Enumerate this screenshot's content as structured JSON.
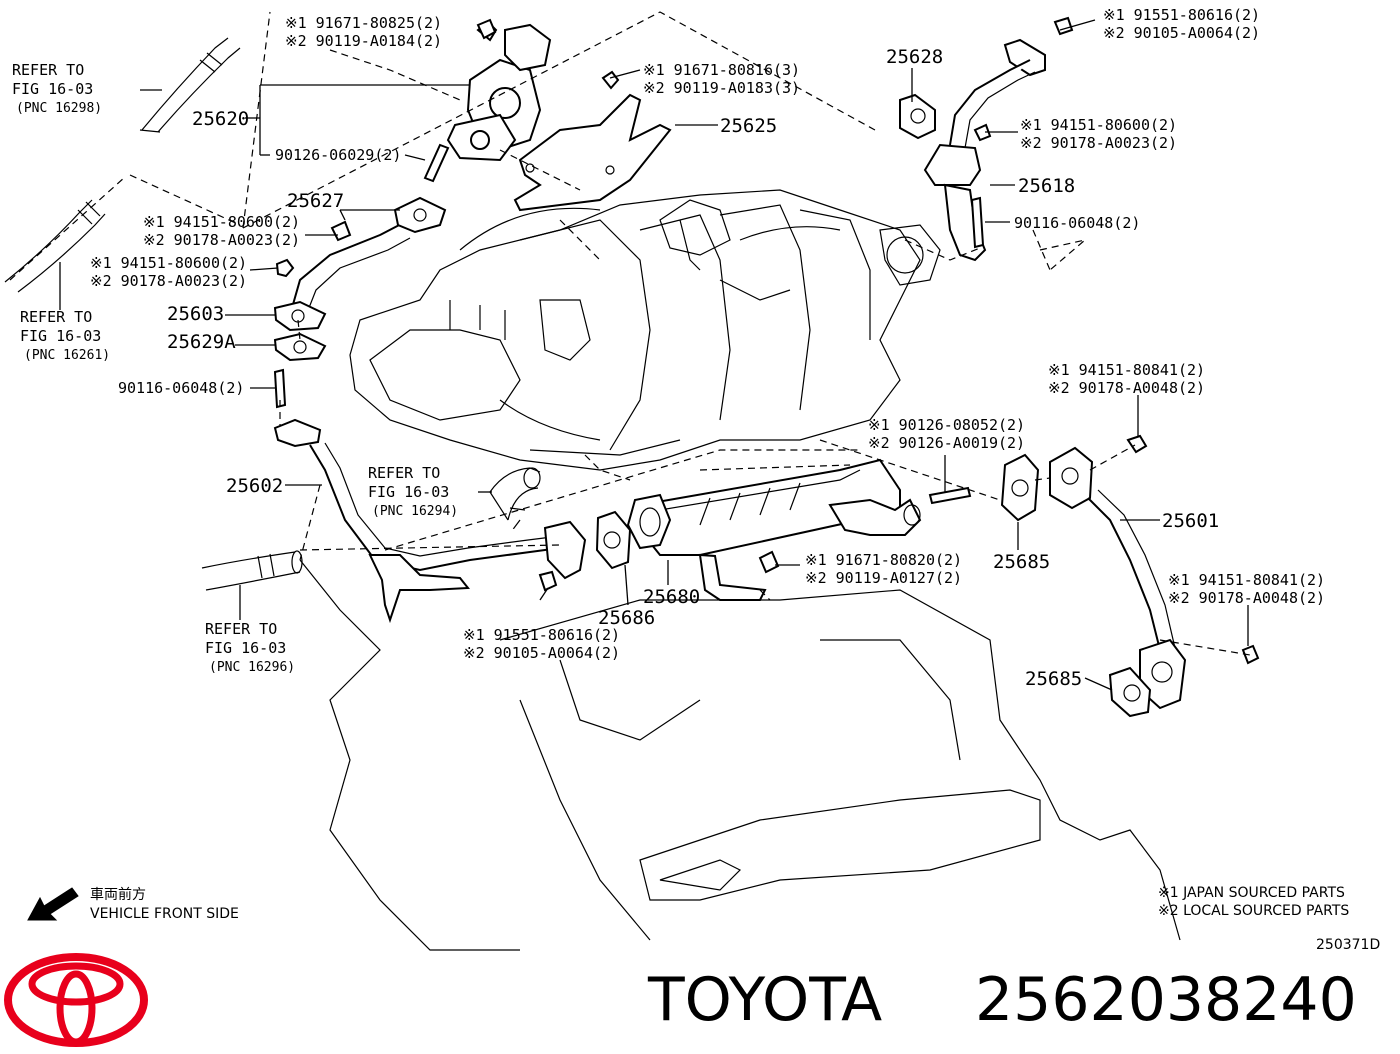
{
  "refer": {
    "r1": {
      "l1": "REFER TO",
      "l2": "FIG 16-03",
      "l3": "(PNC 16298)"
    },
    "r2": {
      "l1": "REFER TO",
      "l2": "FIG 16-03",
      "l3": "(PNC 16261)"
    },
    "r3": {
      "l1": "REFER TO",
      "l2": "FIG 16-03",
      "l3": "(PNC 16294)"
    },
    "r4": {
      "l1": "REFER TO",
      "l2": "FIG 16-03",
      "l3": "(PNC 16296)"
    }
  },
  "parts": {
    "p25620": "25620",
    "p25625": "25625",
    "p25628": "25628",
    "p25618": "25618",
    "p25627": "25627",
    "p25603": "25603",
    "p25629A": "25629A",
    "p25602": "25602",
    "p25680": "25680",
    "p25686": "25686",
    "p25685a": "25685",
    "p25685b": "25685",
    "p25601": "25601"
  },
  "callouts": {
    "c1a": "※1 91671-80825(2)",
    "c1b": "※2 90119-A0184(2)",
    "c2": "90126-06029(2)",
    "c3a": "※1 91671-80816(3)",
    "c3b": "※2 90119-A0183(3)",
    "c4a": "※1 91551-80616(2)",
    "c4b": "※2 90105-A0064(2)",
    "c5a": "※1 94151-80600(2)",
    "c5b": "※2 90178-A0023(2)",
    "c6": "90116-06048(2)",
    "c7a": "※1 94151-80600(2)",
    "c7b": "※2 90178-A0023(2)",
    "c8a": "※1 94151-80600(2)",
    "c8b": "※2 90178-A0023(2)",
    "c9": "90116-06048(2)",
    "c10a": "※1  94151-80841(2)",
    "c10b": "※2  90178-A0048(2)",
    "c11a": "※1 90126-08052(2)",
    "c11b": "※2 90126-A0019(2)",
    "c12a": "※1 91671-80820(2)",
    "c12b": "※2 90119-A0127(2)",
    "c13a": "※1 91551-80616(2)",
    "c13b": "※2 90105-A0064(2)",
    "c14a": "※1  94151-80841(2)",
    "c14b": "※2  90178-A0048(2)"
  },
  "legend": {
    "l1": "※1 JAPAN SOURCED PARTS",
    "l2": "※2 LOCAL SOURCED PARTS"
  },
  "front": {
    "jp": "車両前方",
    "en": "VEHICLE FRONT SIDE"
  },
  "diagram_code": "250371D",
  "footer": {
    "brand": "TOYOTA",
    "part_number": "2562038240"
  },
  "colors": {
    "logo_red": "#e8001c",
    "ink": "#000000"
  }
}
